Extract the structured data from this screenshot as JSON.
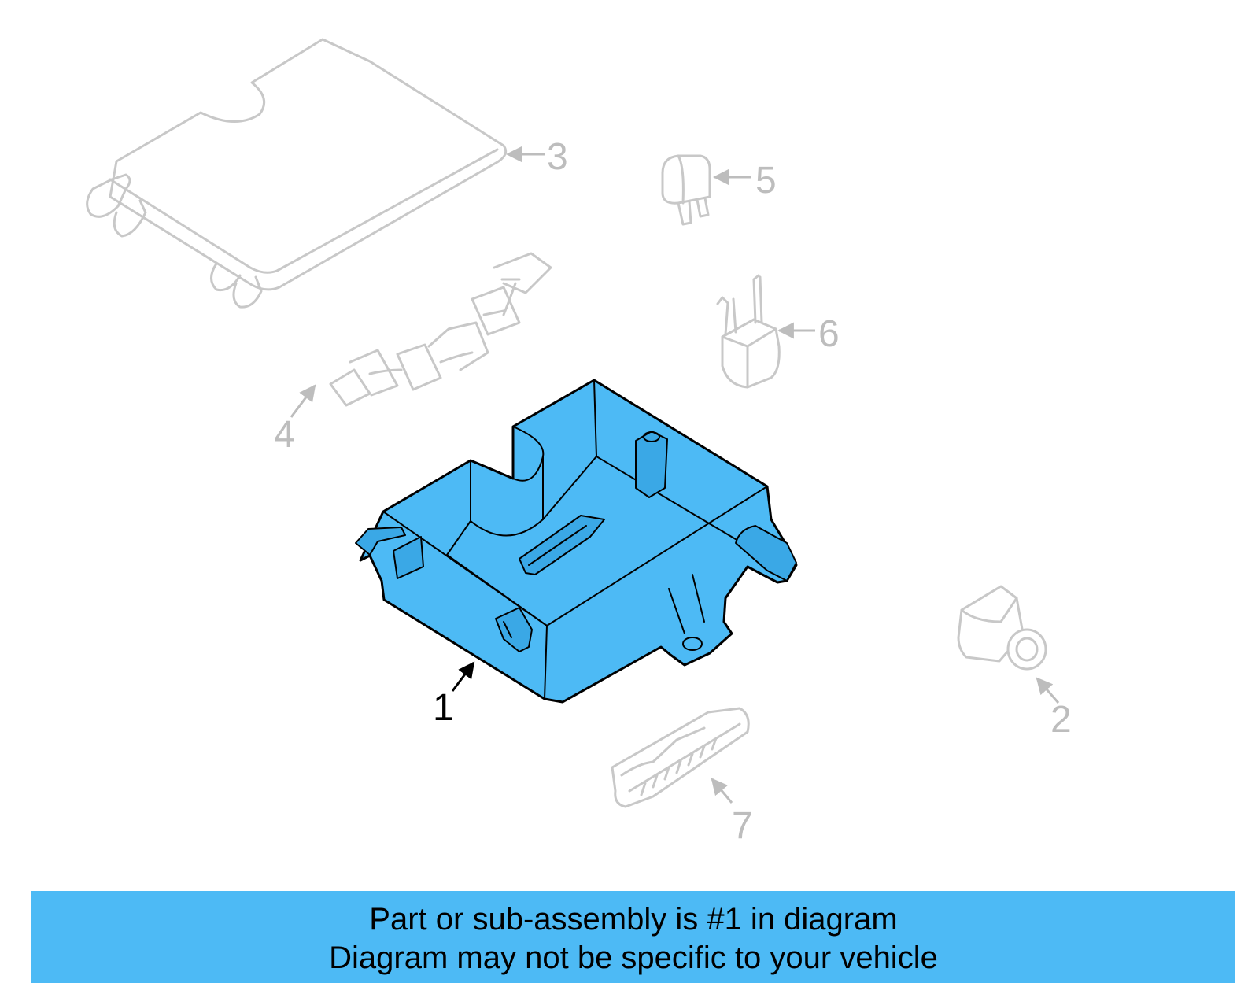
{
  "colors": {
    "highlight": "#4dbaf5",
    "ghost": "#c8c8c8",
    "outline": "#000000"
  },
  "callouts": {
    "c1": "1",
    "c2": "2",
    "c3": "3",
    "c4": "4",
    "c5": "5",
    "c6": "6",
    "c7": "7"
  },
  "banner": {
    "line1": "Part or sub-assembly is #1 in diagram",
    "line2": "Diagram may not be specific to your vehicle"
  }
}
